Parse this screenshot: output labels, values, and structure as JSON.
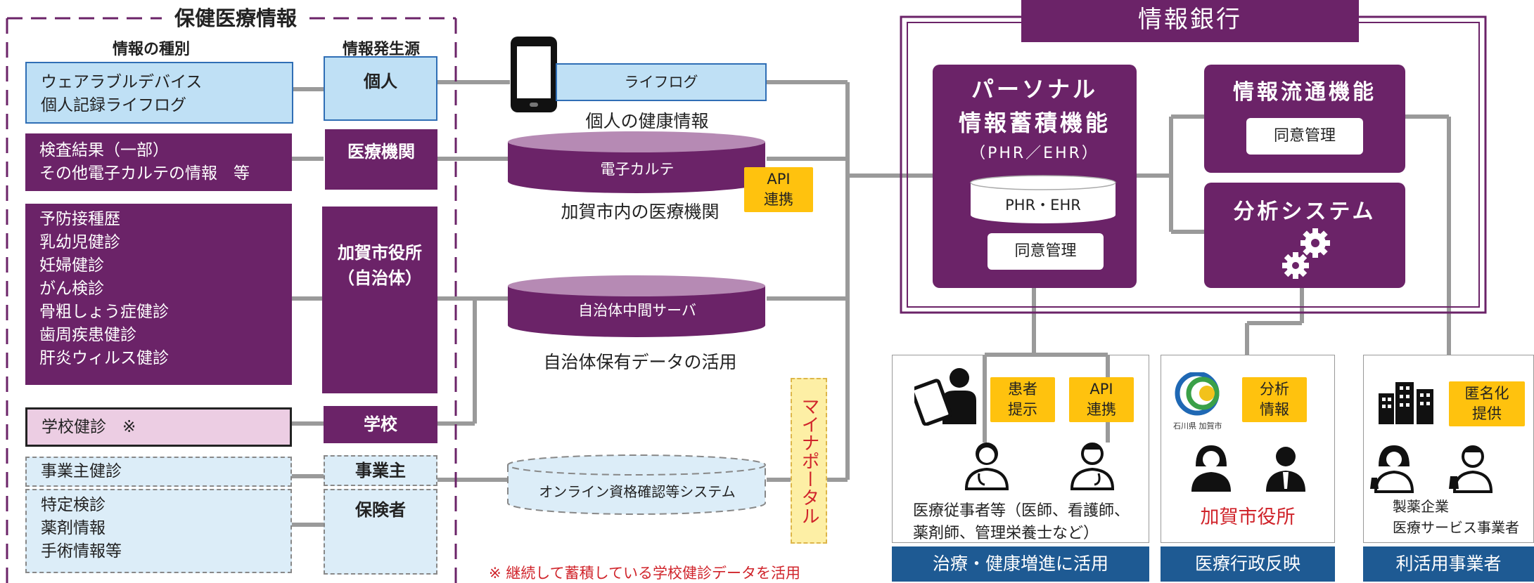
{
  "left": {
    "title": "保健医療情報",
    "col_type_header": "情報の種別",
    "col_source_header": "情報発生源",
    "groups": [
      {
        "lines": [
          "ウェアラブルデバイス",
          "個人記録ライフログ"
        ],
        "source": "個人"
      },
      {
        "lines": [
          "検査結果（一部）",
          "その他電子カルテの情報　等"
        ],
        "source": "医療機関"
      },
      {
        "lines": [
          "予防接種歴",
          "乳幼児健診",
          "妊婦健診",
          "がん検診",
          "骨粗しょう症健診",
          "歯周疾患健診",
          "肝炎ウィルス健診"
        ],
        "source": "加賀市役所（自治体）"
      },
      {
        "lines": [
          "学校健診　※"
        ],
        "source": "学校"
      },
      {
        "lines": [
          "事業主健診",
          "特定検診",
          "薬剤情報",
          "手術情報等"
        ],
        "source_a": "事業主",
        "source_b": "保険者"
      }
    ]
  },
  "middle": {
    "lifelog": "ライフログ",
    "lifelog_caption": "個人の健康情報",
    "emr": "電子カルテ",
    "emr_caption": "加賀市内の医療機関",
    "api_badge": "API\n連携",
    "muni_server": "自治体中間サーバ",
    "muni_caption": "自治体保有データの活用",
    "online_system": "オンライン資格確認等システム",
    "mynaportal": "マイナポータル",
    "footnote": "※ 継続して蓄積している学校健診データを活用"
  },
  "bank": {
    "title": "情報銀行",
    "personal_title_1": "パーソナル",
    "personal_title_2": "情報蓄積機能",
    "personal_sub": "（PHR／EHR）",
    "phr_ehr": "PHR・EHR",
    "consent_1": "同意管理",
    "flow_title": "情報流通機能",
    "consent_2": "同意管理",
    "analysis_title": "分析システム"
  },
  "users": {
    "medical": {
      "badge_a": "患者\n提示",
      "badge_b": "API\n連携",
      "desc_1": "医療従事者等（医師、看護師、",
      "desc_2": "薬剤師、管理栄養士など）",
      "bar": "治療・健康増進に活用"
    },
    "city": {
      "logo_text": "石川県 加賀市",
      "badge": "分析\n情報",
      "name": "加賀市役所",
      "bar": "医療行政反映"
    },
    "business": {
      "badge": "匿名化\n提供",
      "desc_1": "製薬企業",
      "desc_2": "医療サービス事業者",
      "bar": "利活用事業者"
    }
  },
  "colors": {
    "purple": "#6b2368",
    "light_blue": "#bfe0f5",
    "pink": "#eccde3",
    "yellow": "#ffc20e",
    "navy": "#1e5a93",
    "red_text": "#d0242b"
  }
}
